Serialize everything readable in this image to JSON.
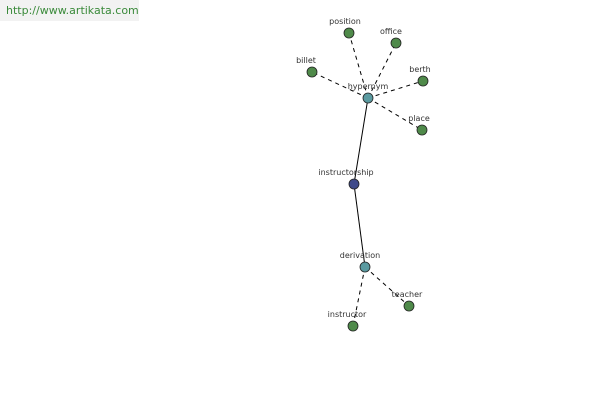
{
  "watermark": "http://www.artikata.com",
  "colors": {
    "leaf": "#4f8a4a",
    "hub": "#5a9aa0",
    "center": "#3f4a8a"
  },
  "nodes": [
    {
      "id": "position",
      "label": "position",
      "kind": "leaf"
    },
    {
      "id": "office",
      "label": "office",
      "kind": "leaf"
    },
    {
      "id": "billet",
      "label": "billet",
      "kind": "leaf"
    },
    {
      "id": "berth",
      "label": "berth",
      "kind": "leaf"
    },
    {
      "id": "hypernym",
      "label": "hypernym",
      "kind": "hub"
    },
    {
      "id": "place",
      "label": "place",
      "kind": "leaf"
    },
    {
      "id": "instructorship",
      "label": "instructorship",
      "kind": "center"
    },
    {
      "id": "derivation",
      "label": "derivation",
      "kind": "hub"
    },
    {
      "id": "teacher",
      "label": "teacher",
      "kind": "leaf"
    },
    {
      "id": "instructor",
      "label": "instructor",
      "kind": "leaf"
    }
  ],
  "edges": [
    {
      "from": "hypernym",
      "to": "position",
      "style": "dashed"
    },
    {
      "from": "hypernym",
      "to": "office",
      "style": "dashed"
    },
    {
      "from": "hypernym",
      "to": "billet",
      "style": "dashed"
    },
    {
      "from": "hypernym",
      "to": "berth",
      "style": "dashed"
    },
    {
      "from": "hypernym",
      "to": "place",
      "style": "dashed"
    },
    {
      "from": "instructorship",
      "to": "hypernym",
      "style": "solid"
    },
    {
      "from": "instructorship",
      "to": "derivation",
      "style": "solid"
    },
    {
      "from": "derivation",
      "to": "teacher",
      "style": "dashed"
    },
    {
      "from": "derivation",
      "to": "instructor",
      "style": "dashed"
    }
  ]
}
